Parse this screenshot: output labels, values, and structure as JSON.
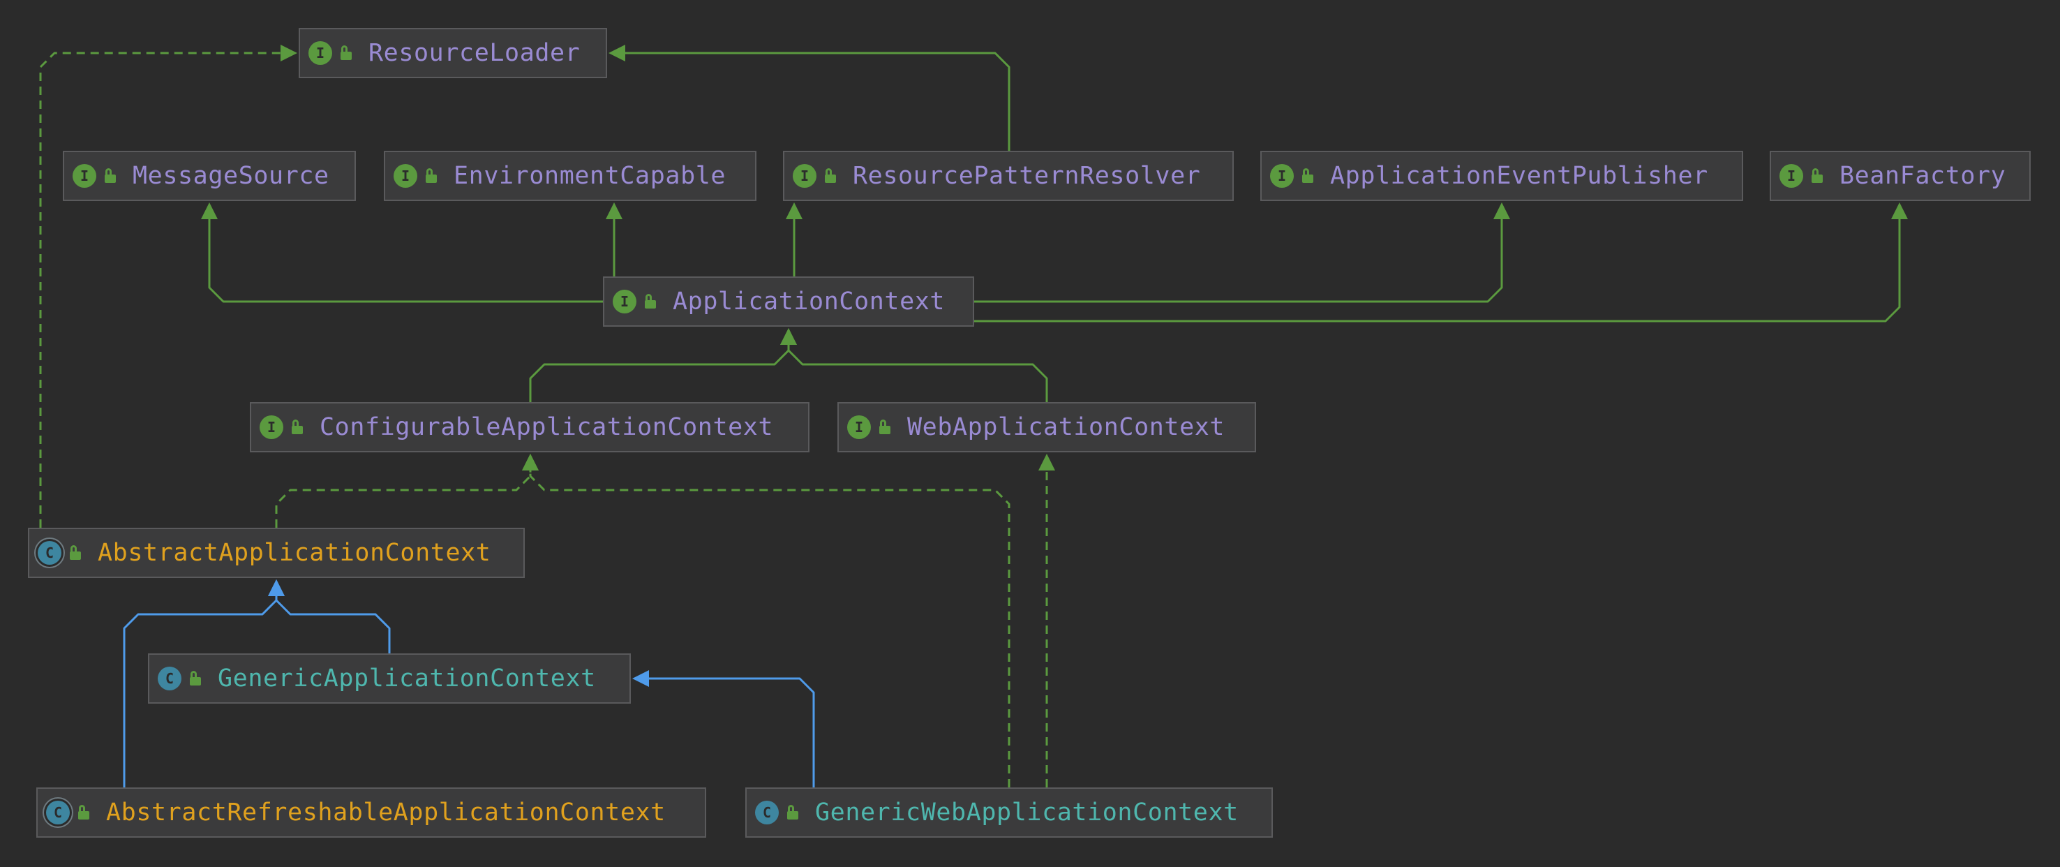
{
  "colors": {
    "background": "#2b2b2b",
    "node_fill": "#3b3b3c",
    "node_border": "#5a5a5c",
    "interface_text": "#9a8bd3",
    "class_text": "#4fb7ae",
    "abstract_text": "#e0a11e",
    "interface_edge": "#5b9a3f",
    "extends_edge": "#4f9bea"
  },
  "nodes": {
    "resource_loader": {
      "label": "ResourceLoader",
      "kind": "interface",
      "badge": "I"
    },
    "message_source": {
      "label": "MessageSource",
      "kind": "interface",
      "badge": "I"
    },
    "environment_capable": {
      "label": "EnvironmentCapable",
      "kind": "interface",
      "badge": "I"
    },
    "resource_pattern_resolver": {
      "label": "ResourcePatternResolver",
      "kind": "interface",
      "badge": "I"
    },
    "application_event_publisher": {
      "label": "ApplicationEventPublisher",
      "kind": "interface",
      "badge": "I"
    },
    "bean_factory": {
      "label": "BeanFactory",
      "kind": "interface",
      "badge": "I"
    },
    "application_context": {
      "label": "ApplicationContext",
      "kind": "interface",
      "badge": "I"
    },
    "configurable_application_context": {
      "label": "ConfigurableApplicationContext",
      "kind": "interface",
      "badge": "I"
    },
    "web_application_context": {
      "label": "WebApplicationContext",
      "kind": "interface",
      "badge": "I"
    },
    "abstract_application_context": {
      "label": "AbstractApplicationContext",
      "kind": "abstract",
      "badge": "C"
    },
    "generic_application_context": {
      "label": "GenericApplicationContext",
      "kind": "class",
      "badge": "C"
    },
    "abstract_refreshable_application_context": {
      "label": "AbstractRefreshableApplicationContext",
      "kind": "abstract",
      "badge": "C"
    },
    "generic_web_application_context": {
      "label": "GenericWebApplicationContext",
      "kind": "class",
      "badge": "C"
    }
  },
  "edges": [
    {
      "from": "application_context",
      "to": "message_source",
      "relation": "extends-interface"
    },
    {
      "from": "application_context",
      "to": "environment_capable",
      "relation": "extends-interface"
    },
    {
      "from": "application_context",
      "to": "resource_pattern_resolver",
      "relation": "extends-interface"
    },
    {
      "from": "application_context",
      "to": "application_event_publisher",
      "relation": "extends-interface"
    },
    {
      "from": "application_context",
      "to": "bean_factory",
      "relation": "extends-interface"
    },
    {
      "from": "resource_pattern_resolver",
      "to": "resource_loader",
      "relation": "extends-interface"
    },
    {
      "from": "configurable_application_context",
      "to": "application_context",
      "relation": "extends-interface"
    },
    {
      "from": "web_application_context",
      "to": "application_context",
      "relation": "extends-interface"
    },
    {
      "from": "abstract_application_context",
      "to": "resource_loader",
      "relation": "implements"
    },
    {
      "from": "abstract_application_context",
      "to": "configurable_application_context",
      "relation": "implements"
    },
    {
      "from": "generic_web_application_context",
      "to": "configurable_application_context",
      "relation": "implements"
    },
    {
      "from": "generic_web_application_context",
      "to": "web_application_context",
      "relation": "implements"
    },
    {
      "from": "generic_application_context",
      "to": "abstract_application_context",
      "relation": "extends"
    },
    {
      "from": "abstract_refreshable_application_context",
      "to": "abstract_application_context",
      "relation": "extends"
    },
    {
      "from": "generic_web_application_context",
      "to": "generic_application_context",
      "relation": "extends"
    }
  ]
}
